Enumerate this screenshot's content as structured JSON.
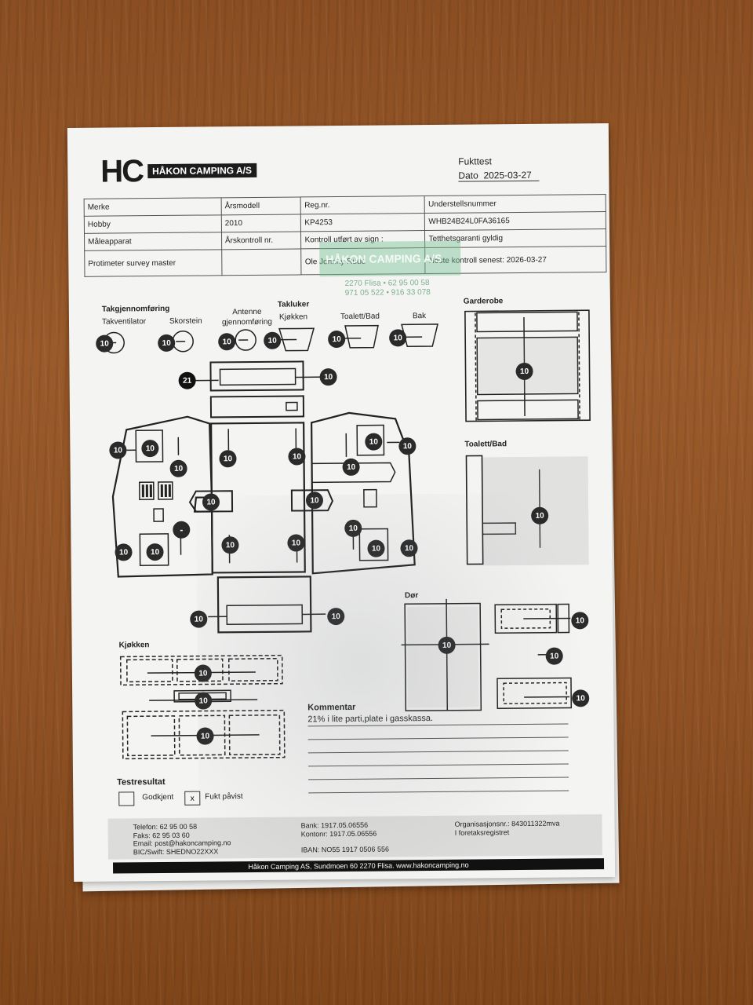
{
  "header": {
    "logo_mark": "HC",
    "logo_name": "HÅKON CAMPING A/S",
    "title": "Fukttest",
    "date_label": "Dato",
    "date_value": "2025-03-27"
  },
  "info_table": {
    "rows": [
      [
        "Merke",
        "Årsmodell",
        "Reg.nr.",
        "Understellsnummer"
      ],
      [
        "Hobby",
        "2010",
        "KP4253",
        "WHB24B24L0FA36165"
      ],
      [
        "Måleapparat",
        "Årskontroll nr.",
        "Kontroll utført av sign :",
        "Tetthetsgaranti gyldig"
      ],
      [
        "Protimeter survey master",
        "",
        "Ole Johnny Ruud",
        "Neste kontroll senest: 2026-03-27"
      ]
    ]
  },
  "stamp": {
    "name": "HÅKON CAMPING A/S",
    "line1": "2270 Flisa • 62 95 00 58",
    "line2": "971 05 522 • 916 33 078"
  },
  "roof": {
    "group_label": "Takgjennomføring",
    "takventilator": "Takventilator",
    "skorstein": "Skorstein",
    "antenne": "Antenne gjennomføring",
    "takluker": "Takluker",
    "kjokken": "Kjøkken",
    "toalett": "Toalett/Bad",
    "bak": "Bak"
  },
  "sections": {
    "garderobe": "Garderobe",
    "toalett_bad": "Toalett/Bad",
    "kjokken": "Kjøkken",
    "dor": "Dør"
  },
  "readings": {
    "default": "10",
    "front_top": "21",
    "panel_dash": "-"
  },
  "comment": {
    "title": "Kommentar",
    "text": "21% i lite parti,plate i gasskassa."
  },
  "result": {
    "title": "Testresultat",
    "approved_label": "Godkjent",
    "approved_checked": "",
    "moisture_label": "Fukt påvist",
    "moisture_checked": "x"
  },
  "footer": {
    "phone": "Telefon: 62 95 00 58",
    "fax": "Faks: 62 95 03 60",
    "email": "Email: post@hakoncamping.no",
    "bic": "BIC/Swift: SHEDNO22XXX",
    "bank": "Bank: 1917.05.06556",
    "kontonr": "Kontonr: 1917.05.06556",
    "iban": "IBAN: NO55 1917 0506 556",
    "org": "Organisasjonsnr.: 843011322mva",
    "register": "I foretaksregistret",
    "bar": "Håkon Camping AS, Sundmoen 60 2270 Flisa. www.hakoncamping.no"
  }
}
